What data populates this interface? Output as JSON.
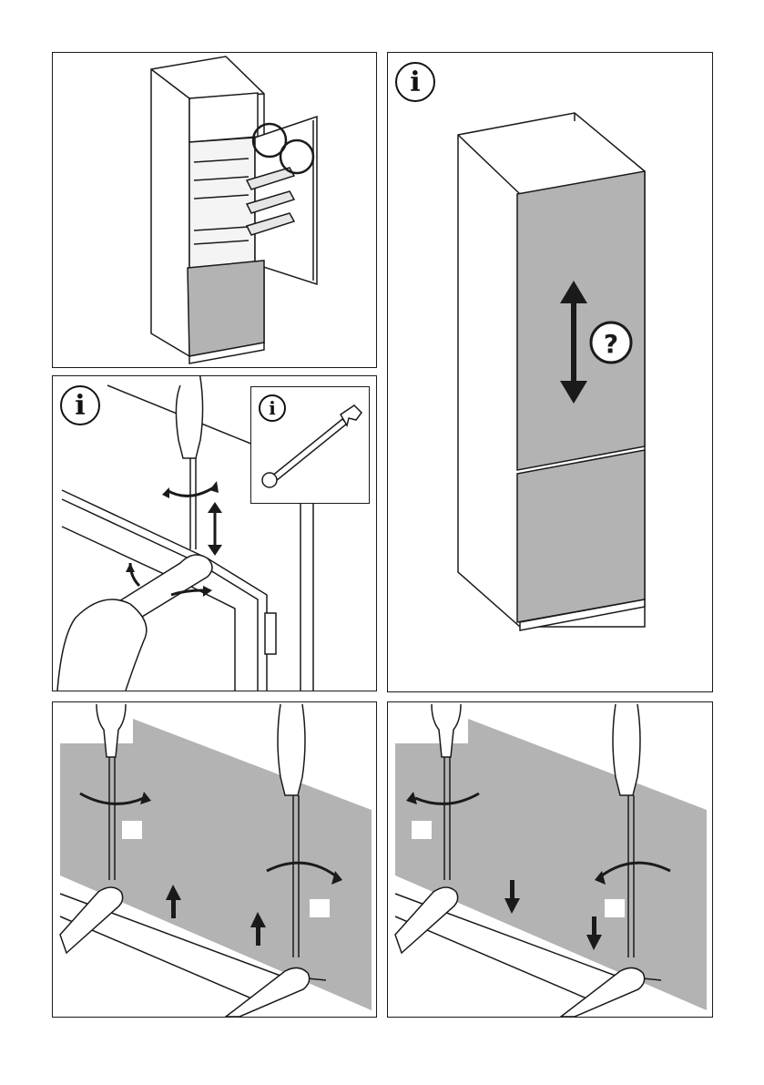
{
  "page": {
    "panels": [
      {
        "id": "open-door-fridge",
        "description_icon": "fridge-open-door"
      },
      {
        "id": "wrench-adjust",
        "info_label": "i",
        "inset_info_label": "i"
      },
      {
        "id": "door-alignment",
        "info_label": "i",
        "question_label": "?"
      },
      {
        "id": "raise-door"
      },
      {
        "id": "lower-door"
      }
    ]
  },
  "colors": {
    "line": "#1a1a1a",
    "panel_gray": "#b3b3b3",
    "light_gray": "#d4d4d4"
  }
}
